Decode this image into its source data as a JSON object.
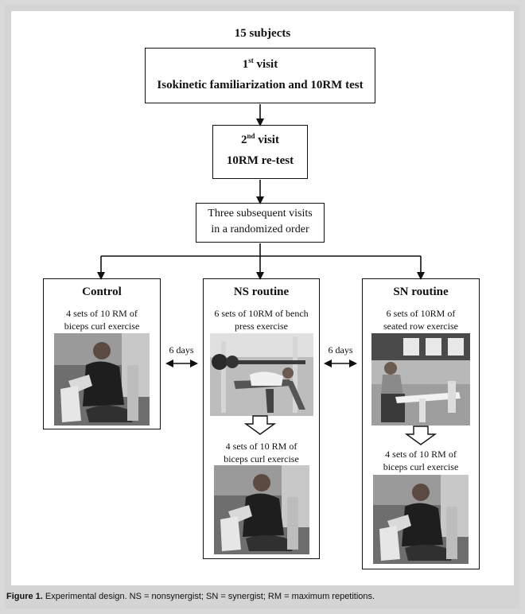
{
  "header": {
    "subjects": "15 subjects"
  },
  "visit1": {
    "title": "visit",
    "ordinal_num": "1",
    "ordinal_sup": "st",
    "subtitle": "Isokinetic familiarization and 10RM test"
  },
  "visit2": {
    "title": "visit",
    "ordinal_num": "2",
    "ordinal_sup": "nd",
    "subtitle": "10RM re-test"
  },
  "random": {
    "line1": "Three subsequent visits",
    "line2": "in a randomized order"
  },
  "control": {
    "title": "Control",
    "desc1": "4 sets of 10 RM of",
    "desc2": "biceps curl exercise",
    "photo_icon": "biceps-curl-photo"
  },
  "ns": {
    "title": "NS routine",
    "desc1": "6 sets of 10RM of bench",
    "desc2": "press exercise",
    "after1": "4 sets of 10 RM of",
    "after2": "biceps curl exercise",
    "photo1_icon": "bench-press-photo",
    "photo2_icon": "biceps-curl-photo"
  },
  "sn": {
    "title": "SN routine",
    "desc1": "6 sets of 10RM of",
    "desc2": "seated row exercise",
    "after1": "4 sets of 10 RM of",
    "after2": "biceps curl exercise",
    "photo1_icon": "seated-row-photo",
    "photo2_icon": "biceps-curl-photo"
  },
  "gaps": {
    "left_days": "6 days",
    "right_days": "6 days"
  },
  "caption": {
    "label": "Figure 1.",
    "text": "Experimental design. NS = nonsynergist; SN = synergist; RM = maximum repetitions."
  },
  "colors": {
    "caption_band": "#d4d4d4",
    "box_border": "#111111",
    "photo_dark": "#2a2a2a"
  }
}
